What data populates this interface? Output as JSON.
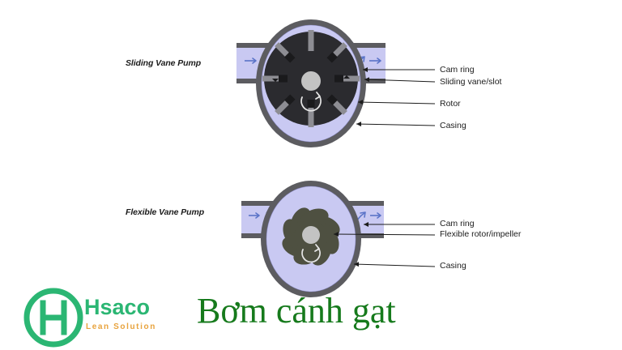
{
  "page": {
    "background": "#ffffff",
    "headline": "Bơm cánh gạt",
    "headline_color": "#167a1c"
  },
  "palette": {
    "casing_gray": "#5c5c60",
    "casing_gray_dark": "#44444a",
    "rotor_black": "#2b2b2f",
    "impeller_olive": "#4e5041",
    "fluid_lavender": "#c9c9f2",
    "pipe_wall": "#5c5c60",
    "hub_gray": "#c3c3c3",
    "vane_gray": "#8d8d93",
    "arrow_blue": "#5b74c8",
    "leader_line": "#1c1c1c",
    "label_text": "#1c1c1c",
    "brand_green": "#2bb673",
    "brand_orange": "#e8a33d"
  },
  "diagrams": [
    {
      "id": "sliding-vane-pump",
      "title": "Sliding Vane Pump",
      "rotation_direction": "counter-clockwise",
      "vane_count": 8,
      "inlet_arrows": 2,
      "outlet_arrows": 2,
      "callouts": [
        {
          "label": "Cam ring"
        },
        {
          "label": "Sliding vane/slot"
        },
        {
          "label": "Rotor"
        },
        {
          "label": "Casing"
        }
      ]
    },
    {
      "id": "flexible-vane-pump",
      "title": "Flexible Vane Pump",
      "rotation_direction": "counter-clockwise",
      "vane_count": 8,
      "inlet_arrows": 2,
      "outlet_arrows": 2,
      "callouts": [
        {
          "label": "Cam ring"
        },
        {
          "label": "Flexible rotor/impeller"
        },
        {
          "label": "Casing"
        }
      ]
    }
  ],
  "logo": {
    "name": "Hsaco",
    "tagline": "Lean Solution",
    "mark": "hsaco-h-circle-logo"
  }
}
